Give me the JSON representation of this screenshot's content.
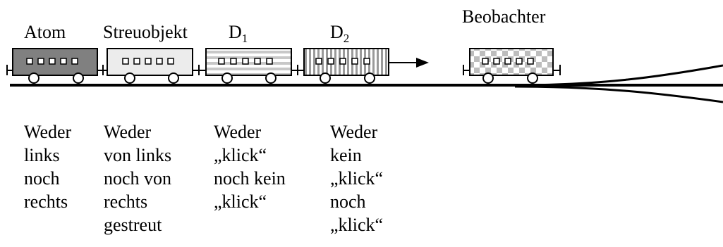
{
  "cars": [
    {
      "label": "Atom",
      "pattern": "dark-gray"
    },
    {
      "label": "Streuobjekt",
      "pattern": "light-gray"
    },
    {
      "label_main": "D",
      "label_sub": "1",
      "pattern": "horizontal-stripes"
    },
    {
      "label_main": "D",
      "label_sub": "2",
      "pattern": "vertical-stripes"
    },
    {
      "label": "Beobachter",
      "pattern": "checkerboard"
    }
  ],
  "descriptions": [
    "Weder\nlinks\nnoch\nrechts",
    "Weder\nvon links\nnoch von\nrechts\ngestreut",
    "Weder\n„klick“\nnoch kein\n„klick“",
    "Weder\nkein\n„klick“\nnoch\n„klick“"
  ],
  "colors": {
    "dark_car": "#808080",
    "light_car": "#ececec",
    "stripe": "#c8c8c8",
    "check": "#bdbdbd",
    "line": "#000000"
  }
}
